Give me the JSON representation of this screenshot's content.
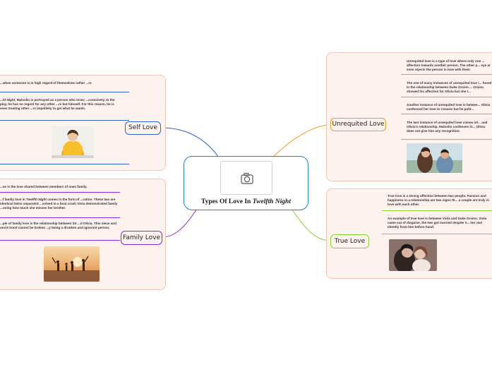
{
  "central_topic": {
    "title_prefix": "Types Of Love In",
    "title_italic": "Twelfth Night",
    "image_icon": "camera-icon"
  },
  "self_love": {
    "label": "Self Love",
    "color": "#2b66c7",
    "notes": [
      {
        "text": "...when someone is in high regard of themselves rather ...rs"
      },
      {
        "italic": "...ht Night,",
        "text": " Malvolio is portrayed as a person who loves ...ccessively. In the play, he has no regard for any other ...rs but himself. For this reason, he is seen treating other ...rs impolitely to get what he wants."
      }
    ],
    "photo": "woman-yellow-sweater-photo"
  },
  "family_love": {
    "label": "Family Love",
    "color": "#8a2bd6",
    "notes": [
      {
        "text": "...ve is the love shared between members of ones family."
      },
      {
        "prefix": "...f family love in ",
        "italic": "Twelfth Night",
        "text": " comes in the form of ...ration. These two are identical twins separated ...volved in a boat crash Viola demonstrated family ...oning how much she misses her brother."
      },
      {
        "text": "...ple of family love is the relationship between Sir ...d Olivia. This niece and uncle bond cannot be broken ...y being a drunken and ignorant person."
      }
    ],
    "photo": "family-beach-sunset-photo"
  },
  "unrequited_love": {
    "label": "Unrequited Love",
    "color": "#f29a22",
    "notes": [
      {
        "text": "Unrequited love is a type of love where only one ... affection towards another person. The other p... eye or even rejects the person in love with them"
      },
      {
        "text": "The one of many instances of unrequited love i... found in the relationship between Duke Orsino ... Orsino showed his affection for Olivia but she t..."
      },
      {
        "text": "Another instance of unrequited love is betwee... Olivia confessed her love to Cesario but he polit..."
      },
      {
        "text": "The last instance of unrequited love comes int... and Olivia's relationship. Malvolio confesses hi... Olivia does not give him any recognition."
      }
    ],
    "photo": "couple-outdoors-photo"
  },
  "true_love": {
    "label": "True Love",
    "color": "#82d62a",
    "notes": [
      {
        "text": "True love is a strong affection between two people. Passion and happiness in a relationship are two signs th... a couple are truly in love with each other."
      },
      {
        "text": "An example of true love is between Viola and Duke Orsino. Viola came out of disguise, the two got married despite V... her real identity from him before hand."
      }
    ],
    "photo": "couple-embrace-photo"
  }
}
